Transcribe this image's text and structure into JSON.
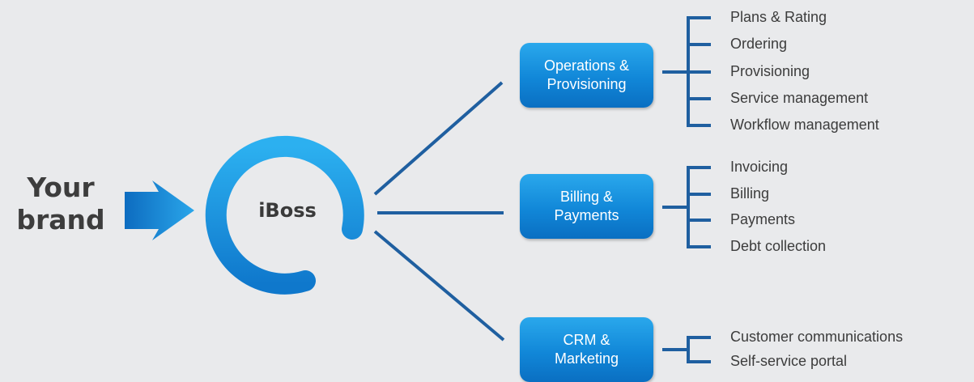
{
  "brand": {
    "line1": "Your",
    "line2": "brand"
  },
  "hub": {
    "label": "iBoss"
  },
  "colors": {
    "background": "#e9eaec",
    "accent": "#1a8fdd",
    "connector": "#1f5fa0",
    "text": "#3c3c3c"
  },
  "groups": [
    {
      "title_line1": "Operations &",
      "title_line2": "Provisioning",
      "items": [
        "Plans & Rating",
        "Ordering",
        "Provisioning",
        "Service management",
        "Workflow management"
      ]
    },
    {
      "title_line1": "Billing &",
      "title_line2": "Payments",
      "items": [
        "Invoicing",
        "Billing",
        "Payments",
        "Debt collection"
      ]
    },
    {
      "title_line1": "CRM &",
      "title_line2": "Marketing",
      "items": [
        "Customer communications",
        "Self-service portal"
      ]
    }
  ]
}
